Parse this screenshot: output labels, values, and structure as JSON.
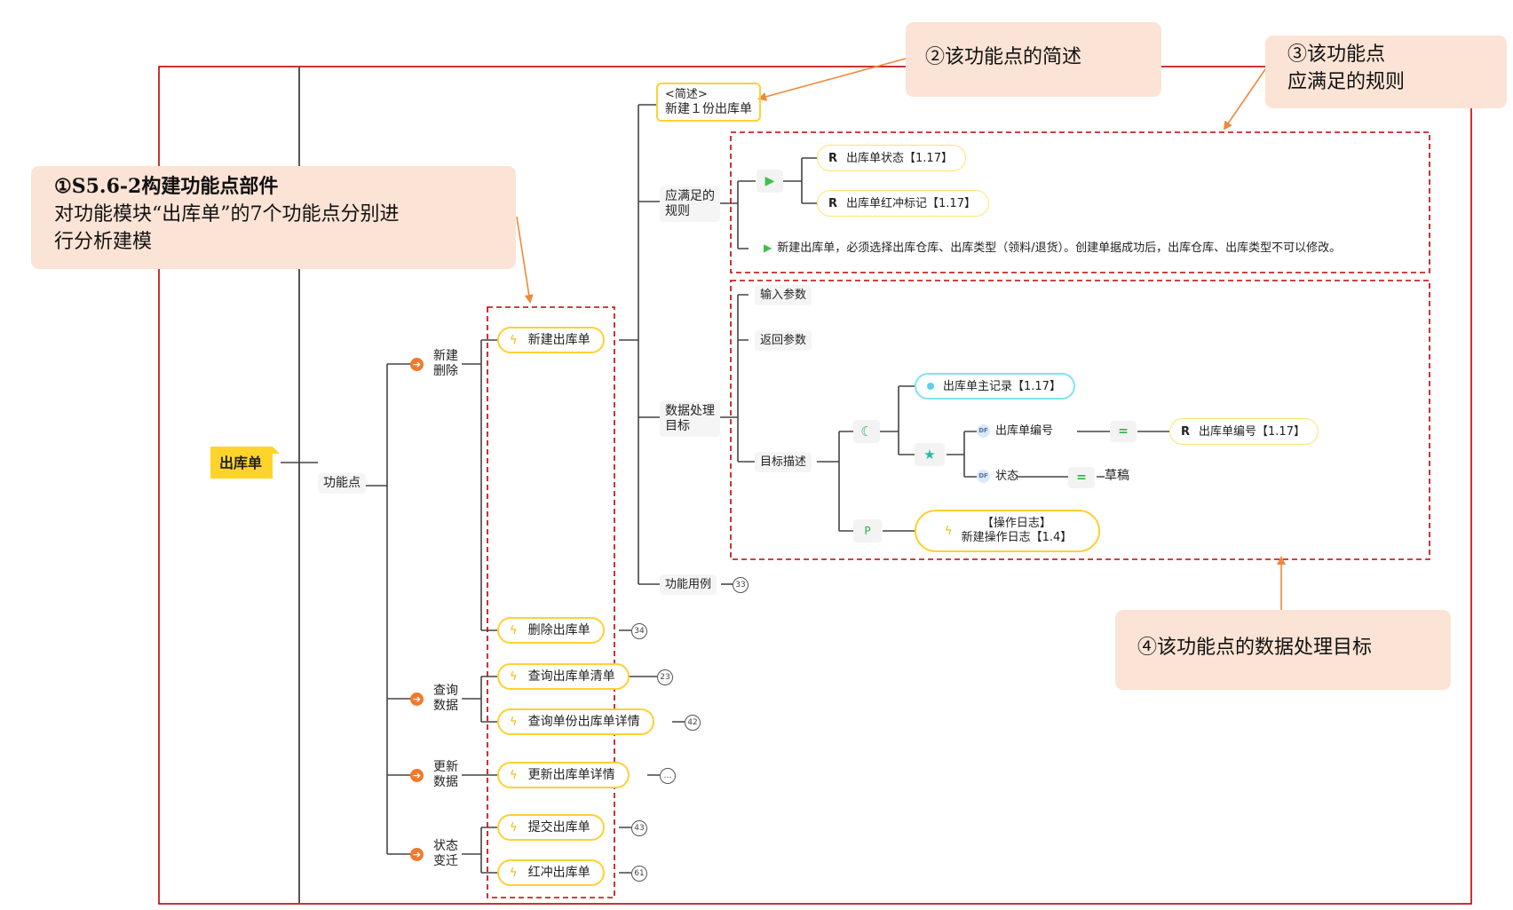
{
  "root": {
    "label": "出库单"
  },
  "branch": {
    "label": "功能点"
  },
  "groups": [
    {
      "label_line1": "新建",
      "label_line2": "删除"
    },
    {
      "label_line1": "查询",
      "label_line2": "数据"
    },
    {
      "label_line1": "更新",
      "label_line2": "数据"
    },
    {
      "label_line1": "状态",
      "label_line2": "变迁"
    }
  ],
  "functions": [
    {
      "label": "新建出库单"
    },
    {
      "label": "删除出库单",
      "count": "34"
    },
    {
      "label": "查询出库单清单",
      "count": "23"
    },
    {
      "label": "查询单份出库单详情",
      "count": "42"
    },
    {
      "label": "更新出库单详情",
      "count": "…"
    },
    {
      "label": "提交出库单",
      "count": "43"
    },
    {
      "label": "红冲出库单",
      "count": "61"
    }
  ],
  "detail": {
    "summary": {
      "tag": "<简述>",
      "text": "新建１份出库单"
    },
    "rules": {
      "label_line1": "应满足的",
      "label_line2": "规则",
      "items": [
        "出库单状态【1.17】",
        "出库单红冲标记【1.17】"
      ],
      "text": "新建出库单，必须选择出库仓库、出库类型（领料/退货）。创建单据成功后，出库仓库、出库类型不可以修改。"
    },
    "data_target": {
      "label_line1": "数据处理",
      "label_line2": "目标",
      "input": "输入参数",
      "output": "返回参数",
      "desc": "目标描述",
      "main_record": "出库单主记录【1.17】",
      "field1": "出库单编号",
      "eq1": "=",
      "ref1": "出库单编号【1.17】",
      "field2": "状态",
      "eq2": "=",
      "val2": "草稿",
      "p_badge": "P",
      "op_line1": "【操作日志】",
      "op_line2": "新建操作日志【1.4】"
    },
    "usecase": {
      "label": "功能用例",
      "count": "33"
    }
  },
  "callouts": {
    "c1_title": "①S5.6-2构建功能点部件",
    "c1_line1": "对功能模块“出库单”的7个功能点分别进",
    "c1_line2": "行分析建模",
    "c2": "②该功能点的简述",
    "c3_line1": "③该功能点",
    "c3_line2": "应满足的规则",
    "c4": "④该功能点的数据处理目标"
  },
  "colors": {
    "frame": "#c00000",
    "callout_bg": "#fbe3d5",
    "arrow": "#f0883a",
    "pill_border": "#ffd033",
    "root_bg": "#ffd42a"
  }
}
